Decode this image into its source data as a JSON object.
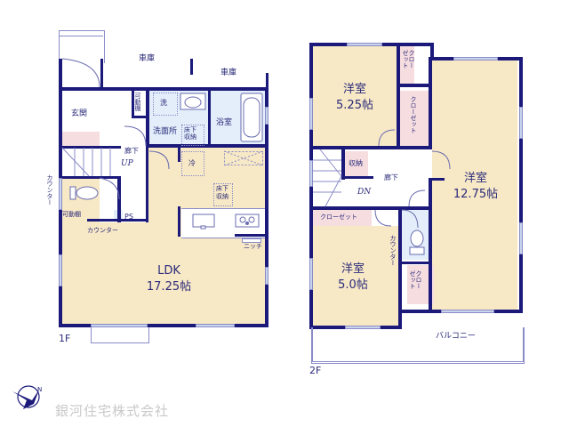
{
  "floor1": {
    "tag": "1F",
    "garage_a": "車庫",
    "garage_b": "車庫",
    "entrance": "玄関",
    "shelf_top": "可動棚",
    "washroom_wash": "洗",
    "washroom": "洗面所",
    "washroom_storage": "床下\n収納",
    "bathroom": "浴室",
    "hallway": "廊下",
    "stairs_dir": "UP",
    "counter_side": "カウンター",
    "shelf_bottom": "可動棚",
    "ps": "PS",
    "counter_bottom": "カウンター",
    "fridge": "冷",
    "kitchen_storage": "床下\n収納",
    "niche": "ニッチ",
    "ldk_name": "LDK",
    "ldk_size": "17.25帖"
  },
  "floor2": {
    "tag": "2F",
    "room_a_name": "洋室",
    "room_a_size": "5.25帖",
    "closet_a": "クロー\nゼット",
    "closet_b": "クローゼット",
    "storage": "収納",
    "hallway": "廊下",
    "stairs_dir": "DN",
    "room_b_name": "洋室",
    "room_b_size": "12.75帖",
    "closet_c": "クローゼット",
    "counter": "カウンター",
    "room_c_name": "洋室",
    "room_c_size": "5.0帖",
    "closet_d": "クロー\nゼット",
    "balcony": "バルコニー"
  },
  "company": {
    "name": "銀河住宅株式会社",
    "logo_icon": "compass-bird-logo"
  },
  "colors": {
    "wall": "#1b1a7a",
    "room_beige": "#f7e8c6",
    "room_blue": "#e3eefa",
    "closet_pink": "#f6dde0"
  }
}
